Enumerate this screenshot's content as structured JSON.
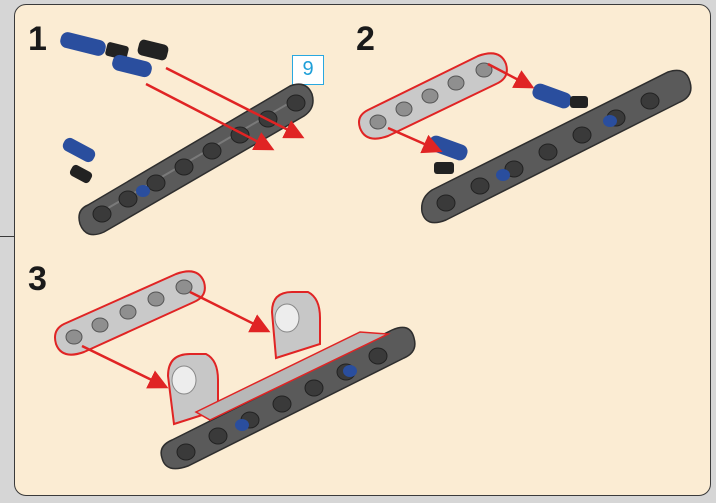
{
  "steps": [
    {
      "number": "1"
    },
    {
      "number": "2"
    },
    {
      "number": "3"
    }
  ],
  "part_count": "9",
  "colors": {
    "background": "#fbecd3",
    "beam": "#5a5a5a",
    "beam_light": "#bdbdbd",
    "pin_blue": "#2a4e9e",
    "arrow": "#e02424",
    "callout": "#29a8e0"
  },
  "icons": [
    "technic-beam",
    "technic-pin",
    "axle-pin",
    "beam-connector",
    "assembly-arrow"
  ]
}
